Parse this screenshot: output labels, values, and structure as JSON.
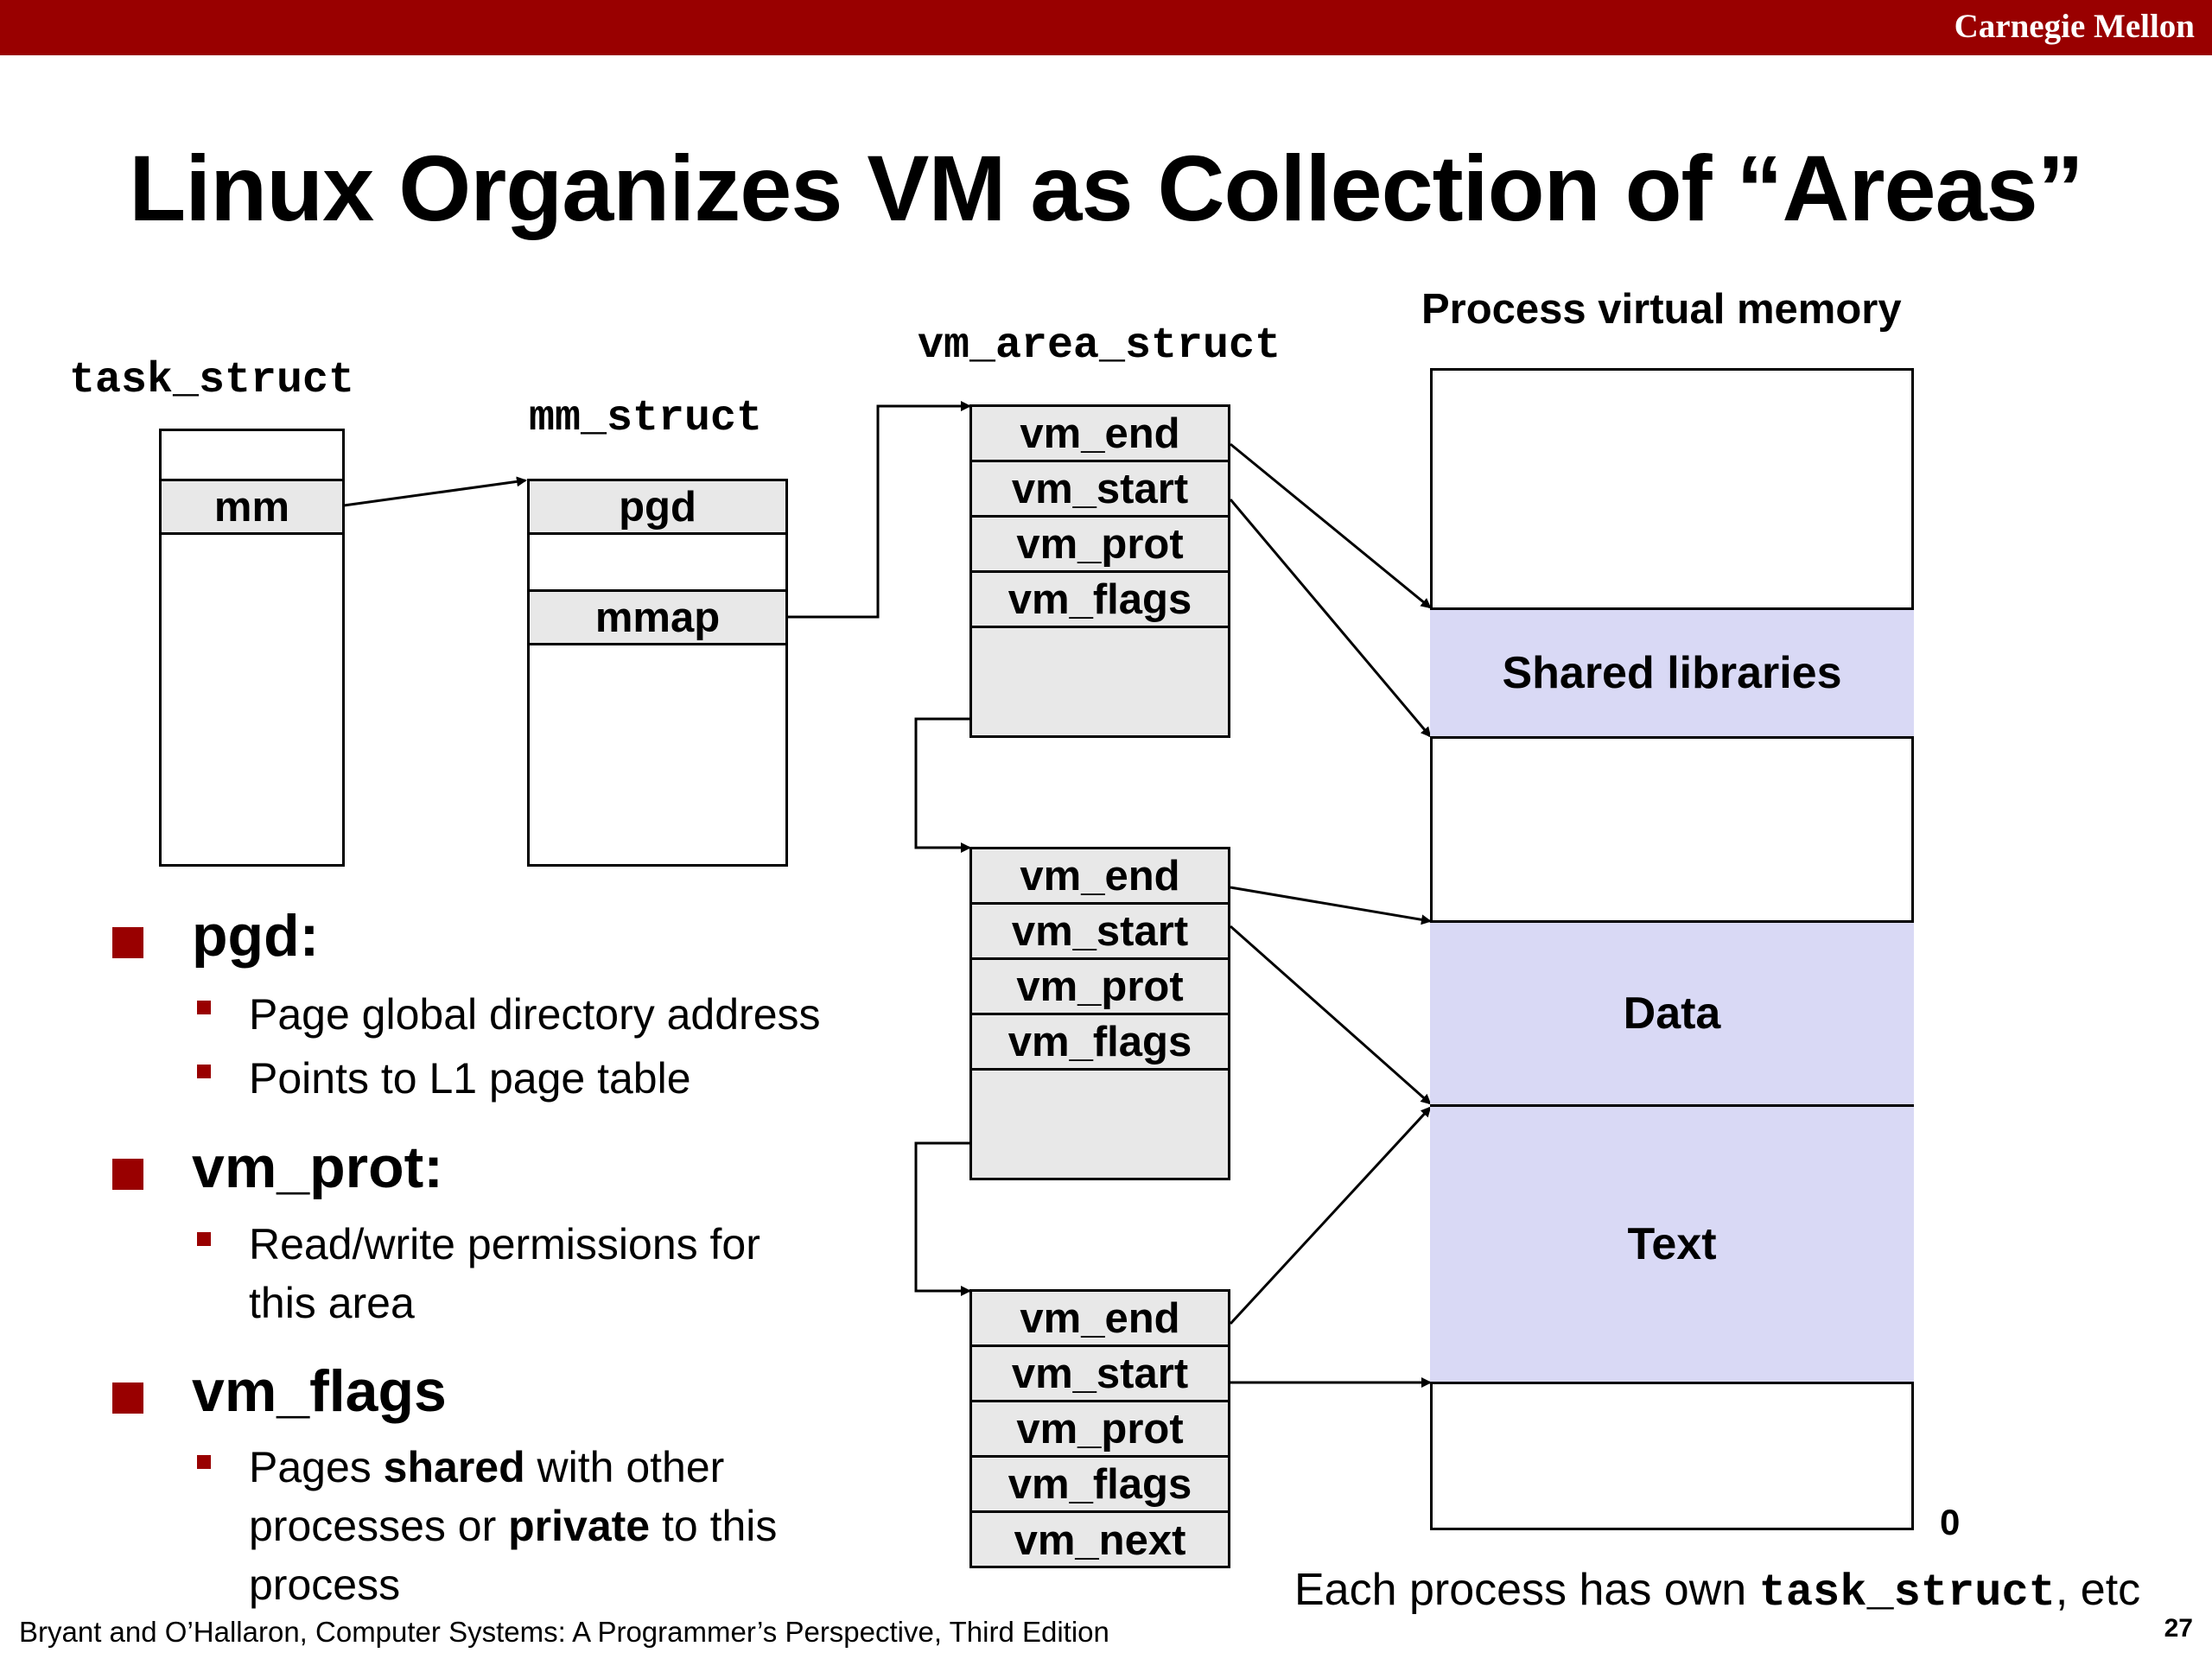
{
  "header": {
    "brand": "Carnegie Mellon"
  },
  "title": "Linux Organizes VM as Collection of “Areas”",
  "diagram": {
    "task_struct": {
      "label": "task_struct",
      "field": "mm"
    },
    "mm_struct": {
      "label": "mm_struct",
      "fields": [
        "pgd",
        "mmap"
      ]
    },
    "vm_area_struct": {
      "label": "vm_area_struct",
      "blocks": [
        [
          "vm_end",
          "vm_start",
          "vm_prot",
          "vm_flags"
        ],
        [
          "vm_end",
          "vm_start",
          "vm_prot",
          "vm_flags"
        ],
        [
          "vm_end",
          "vm_start",
          "vm_prot",
          "vm_flags",
          "vm_next"
        ]
      ]
    },
    "process_vm": {
      "label": "Process virtual memory",
      "areas": [
        "Shared libraries",
        "Data",
        "Text"
      ],
      "zero": "0"
    }
  },
  "bullets": [
    {
      "heading": "pgd:",
      "items": [
        "Page global directory address",
        "Points to L1 page table"
      ]
    },
    {
      "heading": "vm_prot:",
      "items": [
        "Read/write permissions for this area"
      ]
    },
    {
      "heading": "vm_flags",
      "item_pre": "Pages ",
      "item_b1": "shared",
      "item_mid": " with other processes or ",
      "item_b2": "private",
      "item_post": " to this process"
    }
  ],
  "note": {
    "pre": "Each process has own ",
    "code": "task_struct",
    "post": ", etc"
  },
  "footer": {
    "citation": "Bryant and O’Hallaron, Computer Systems: A Programmer’s Perspective, Third Edition",
    "page": "27"
  }
}
